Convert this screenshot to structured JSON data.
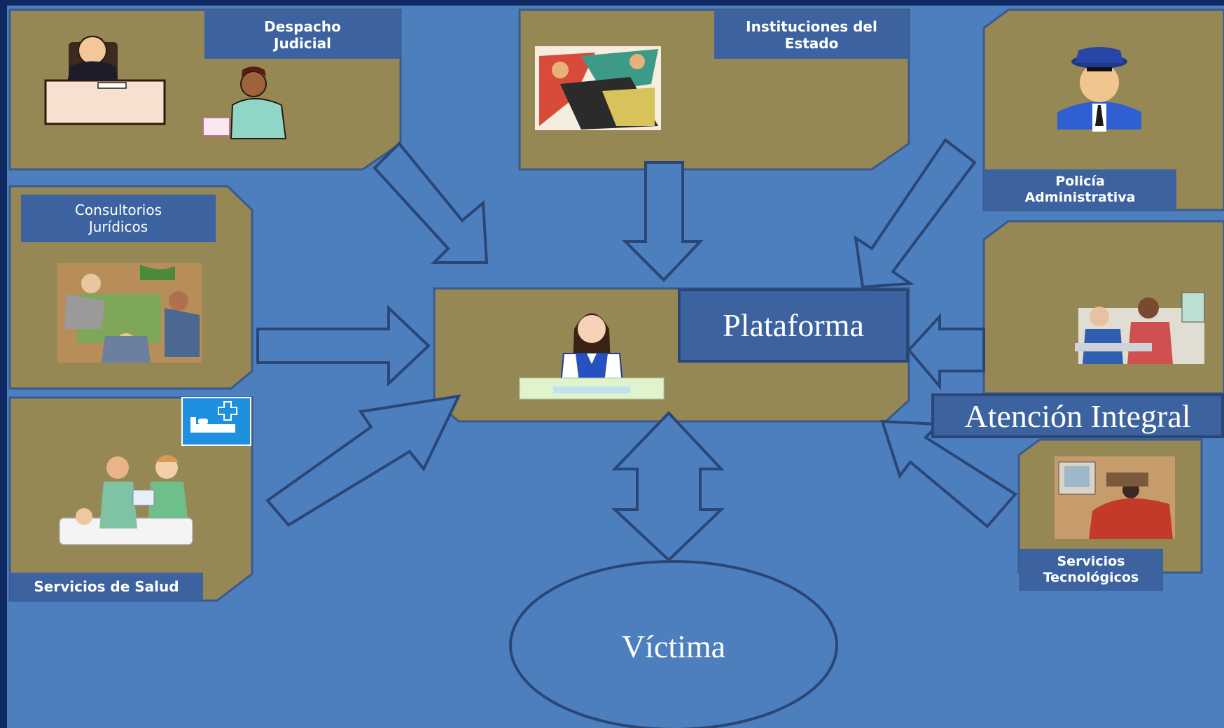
{
  "colors": {
    "page_border": "#0f2a63",
    "background": "#4d7fbe",
    "panel": "#958855",
    "panel_edge": "#3a5a8c",
    "label_bg": "#3c63a0",
    "arrow_fill": "#4d7fbe",
    "arrow_stroke": "#2a4677",
    "text": "#ffffff"
  },
  "nodes": {
    "despacho_judicial": {
      "label": "Despacho\nJudicial",
      "icon": "judge-at-desk-icon"
    },
    "instituciones_estado": {
      "label": "Instituciones  del\nEstado",
      "icon": "meeting-people-icon"
    },
    "policia_administrativa": {
      "label": "Policía\nAdministrativa",
      "icon": "police-officer-icon"
    },
    "consultorios_juridicos": {
      "label": "Consultorios\nJurídicos",
      "icon": "consultation-meeting-icon"
    },
    "servicios_salud": {
      "label": "Servicios de Salud",
      "icon": "hospital-bed-icon"
    },
    "servicios_tecnologicos": {
      "label": "Servicios\nTecnológicos",
      "icon": "computer-workstation-icon"
    },
    "atencion_integral": {
      "label": "Atención Integral",
      "icon": "desk-meeting-icon"
    },
    "plataforma": {
      "label": "Plataforma",
      "icon": "receptionist-icon"
    },
    "victima": {
      "label": "Víctima"
    }
  }
}
